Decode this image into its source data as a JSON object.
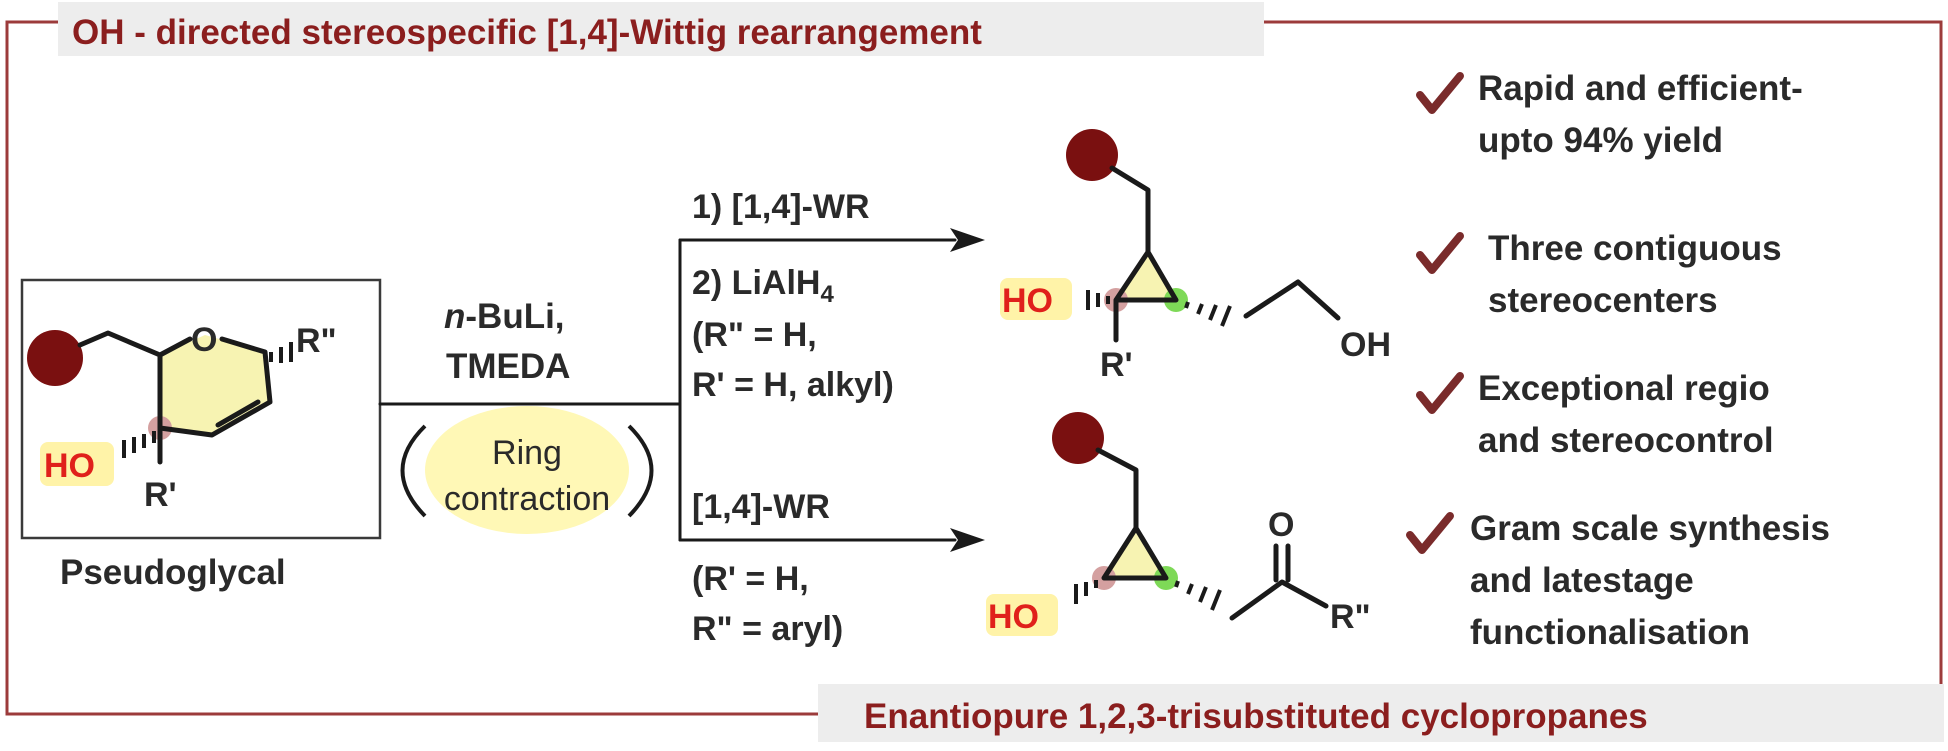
{
  "title": "OH - directed stereospecific [1,4]-Wittig rearrangement",
  "footer": "Enantiopure 1,2,3-trisubstituted cyclopropanes",
  "colors": {
    "frame": "#9c3b3b",
    "title_text": "#8b1e1e",
    "highlight_yellow": "#fff3a8",
    "substituent_ball": "#7a1010",
    "center_pink": "#d4a0a0",
    "center_green": "#7ed957",
    "ring_fill": "#f7f3b2",
    "checkmark": "#7a2b2b"
  },
  "reactant": {
    "name": "Pseudoglycal",
    "O": "O",
    "R2": "R\"",
    "OH": "HO",
    "R1": "R'"
  },
  "reagents": {
    "prefix_italic": "n",
    "base_rest": "-BuLi,",
    "additive": "TMEDA",
    "bubble_line1": "Ring",
    "bubble_line2": "contraction"
  },
  "top_route": {
    "step1": "1) [1,4]-WR",
    "step2_prefix": "2) LiAlH",
    "step2_sub": "4",
    "cond1": "(R\" = H,",
    "cond2": "R' = H, alkyl)"
  },
  "bottom_route": {
    "step": "[1,4]-WR",
    "cond1": "(R' = H,",
    "cond2": "R\" = aryl)"
  },
  "product_top": {
    "HO": "HO",
    "R1": "R'",
    "OH": "OH"
  },
  "product_bottom": {
    "HO": "HO",
    "O": "O",
    "R2": "R\""
  },
  "features": [
    {
      "line1": "Rapid and efficient-",
      "line2": "upto 94% yield",
      "icon": "check-icon"
    },
    {
      "line1": "Three contiguous",
      "line2": "stereocenters",
      "icon": "check-icon"
    },
    {
      "line1": "Exceptional regio",
      "line2": "and stereocontrol",
      "icon": "check-icon"
    },
    {
      "line1": "Gram scale synthesis",
      "line2": "and latestage",
      "line3": "functionalisation",
      "icon": "check-icon"
    }
  ]
}
